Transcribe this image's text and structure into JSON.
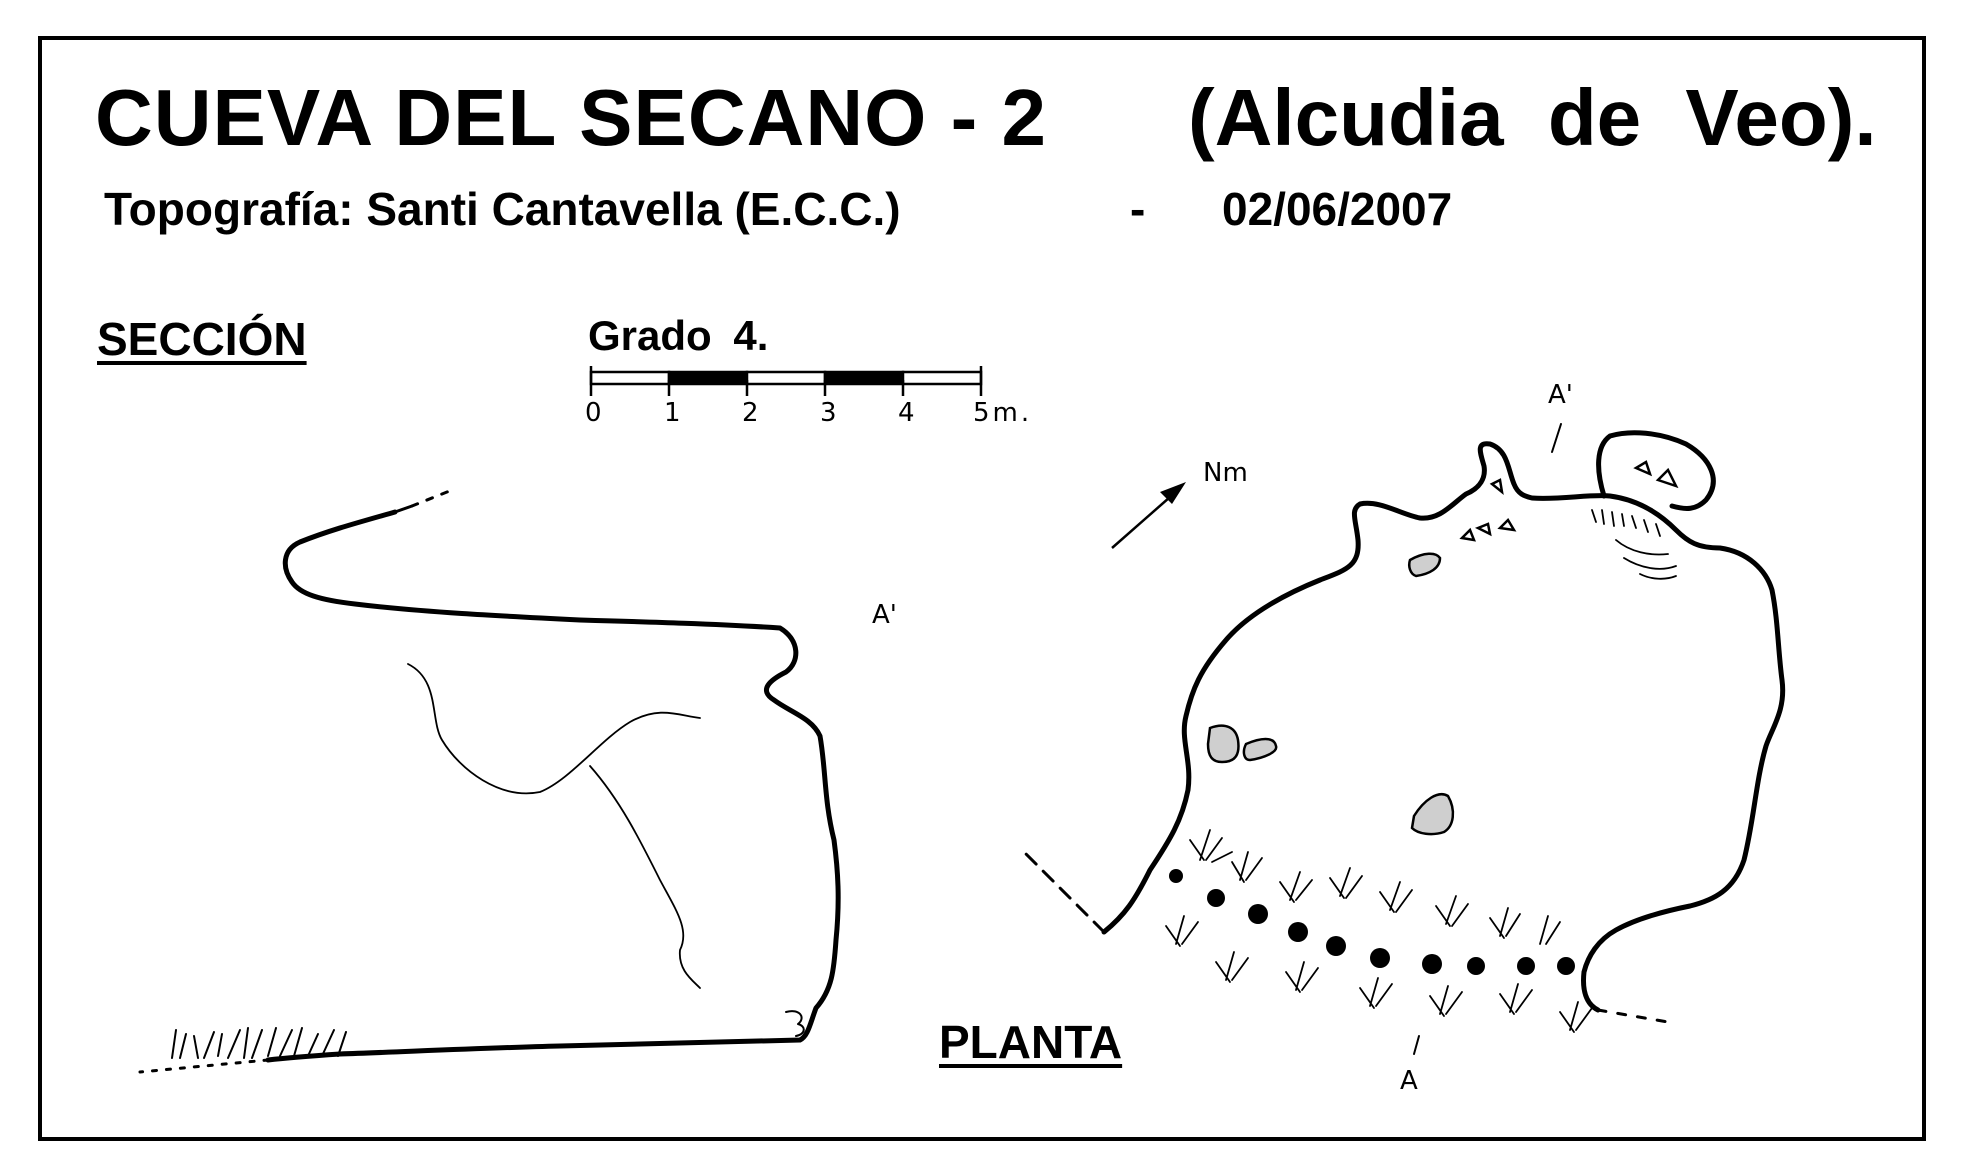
{
  "header": {
    "title": "CUEVA  DEL  SECANO - 2",
    "location": "(Alcudia de Veo).",
    "topography": "Topografía:  Santi Cantavella  (E.C.C.)",
    "separator": "-",
    "date": "02/06/2007"
  },
  "section_label": "SECCIÓN",
  "plan_label": "PLANTA",
  "scale": {
    "grade": "Grado  4.",
    "ticks": [
      "0",
      "1",
      "2",
      "3",
      "4"
    ],
    "end_label": "5m."
  },
  "markers": {
    "section_a_prime": "A'",
    "plan_a_prime": "A'",
    "plan_a": "A",
    "north": "Nm"
  }
}
